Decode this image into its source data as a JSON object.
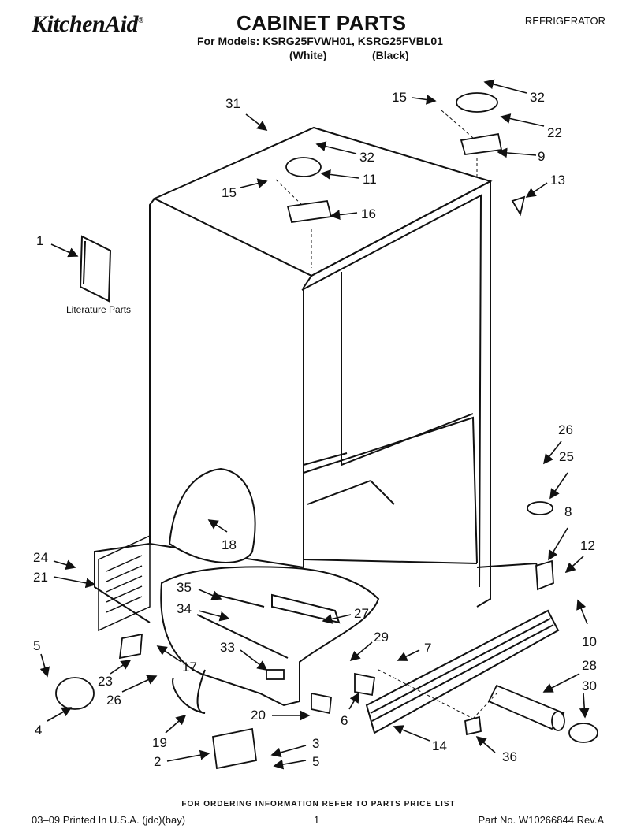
{
  "header": {
    "brand": "KitchenAid",
    "brand_mark": "®",
    "title": "CABINET PARTS",
    "category": "REFRIGERATOR",
    "models": "For Models: KSRG25FVWH01, KSRG25FVBL01",
    "color_white": "(White)",
    "color_black": "(Black)"
  },
  "diagram": {
    "literature_label": "Literature Parts",
    "callouts": [
      "31",
      "32",
      "15",
      "22",
      "9",
      "32",
      "11",
      "15",
      "16",
      "13",
      "1",
      "26",
      "25",
      "8",
      "12",
      "18",
      "24",
      "21",
      "35",
      "34",
      "27",
      "29",
      "7",
      "10",
      "28",
      "30",
      "5",
      "23",
      "17",
      "33",
      "26",
      "4",
      "20",
      "6",
      "14",
      "19",
      "3",
      "2",
      "5",
      "36"
    ]
  },
  "footer": {
    "order_note": "FOR ORDERING INFORMATION REFER TO PARTS PRICE LIST",
    "printed": "03–09 Printed In U.S.A. (jdc)(bay)",
    "page": "1",
    "part_number": "Part No. W10266844 Rev.A"
  },
  "colors": {
    "ink": "#111111",
    "background": "#ffffff",
    "shade": "#888888"
  }
}
